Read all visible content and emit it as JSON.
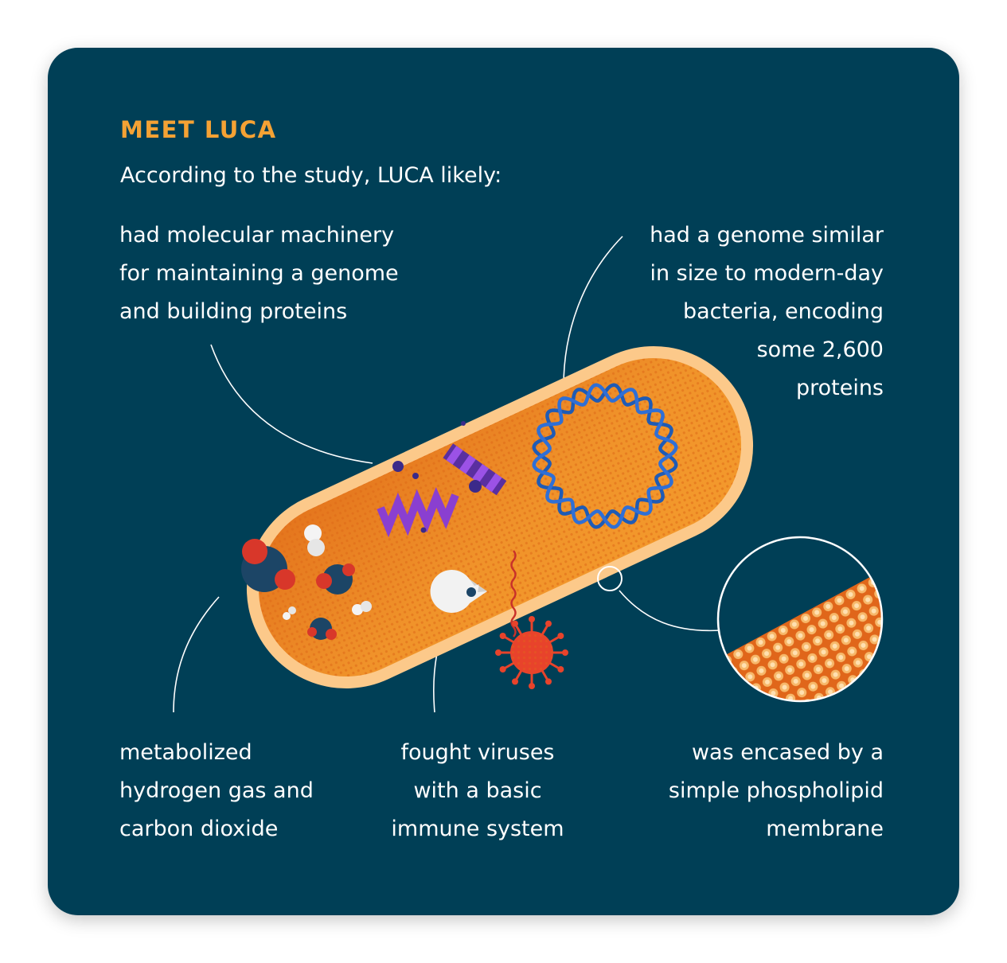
{
  "header": {
    "kicker": "MEET LUCA",
    "intro": "According to the study, LUCA likely:"
  },
  "callouts": {
    "machinery": "had molecular machinery\nfor maintaining a genome\nand building proteins",
    "genome": "had a genome similar\nin size to modern-day\nbacteria, encoding\nsome 2,600\nproteins",
    "metabolism": "metabolized\nhydrogen gas and\ncarbon dioxide",
    "immune": "fought viruses\nwith a basic\nimmune system",
    "membrane": "was encased by a\nsimple phospholipid\nmembrane"
  },
  "colors": {
    "background": "#003f56",
    "accent": "#f5a234",
    "cell": "#f0932a",
    "membrane": "#fcc98a",
    "dna": "#1f5bb5",
    "protein": "#8a3fd0",
    "virus": "#e8432b"
  }
}
